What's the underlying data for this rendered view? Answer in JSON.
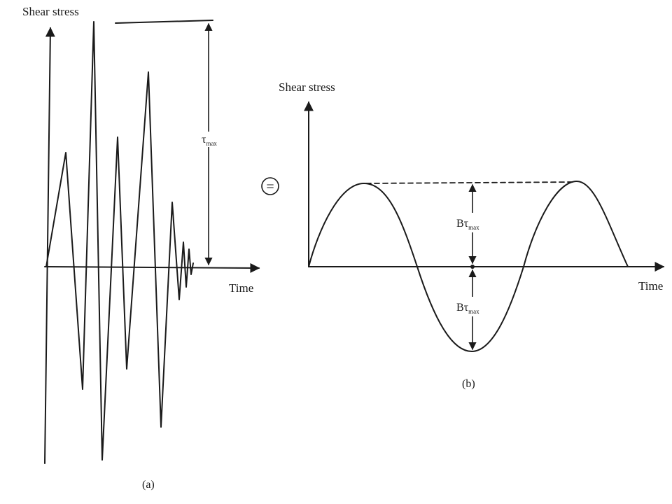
{
  "panel_a": {
    "y_axis_label": "Shear stress",
    "x_axis_label": "Time",
    "amplitude_symbol": "τ",
    "amplitude_subscript": "max",
    "caption": "(a)"
  },
  "panel_b": {
    "y_axis_label": "Shear stress",
    "x_axis_label": "Time",
    "upper_symbol": "Bτ",
    "upper_subscript": "max",
    "lower_symbol": "Bτ",
    "lower_subscript": "max",
    "caption": "(b)"
  },
  "equivalence_symbol": "="
}
